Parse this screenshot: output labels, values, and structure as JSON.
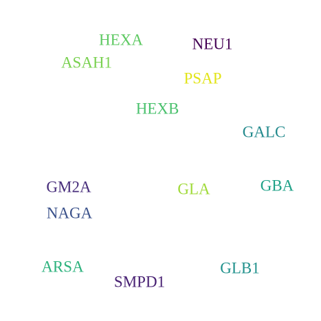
{
  "words": [
    {
      "key": "hexa",
      "text": "HEXA",
      "color": "#5ec962"
    },
    {
      "key": "neu1",
      "text": "NEU1",
      "color": "#440154"
    },
    {
      "key": "asah1",
      "text": "ASAH1",
      "color": "#7ad151"
    },
    {
      "key": "psap",
      "text": "PSAP",
      "color": "#e2e418"
    },
    {
      "key": "hexb",
      "text": "HEXB",
      "color": "#4ac16d"
    },
    {
      "key": "galc",
      "text": "GALC",
      "color": "#238a8d"
    },
    {
      "key": "gm2a",
      "text": "GM2A",
      "color": "#472d7b"
    },
    {
      "key": "gla",
      "text": "GLA",
      "color": "#a0da39"
    },
    {
      "key": "gba",
      "text": "GBA",
      "color": "#1fa187"
    },
    {
      "key": "naga",
      "text": "NAGA",
      "color": "#3b528b"
    },
    {
      "key": "arsa",
      "text": "ARSA",
      "color": "#2db27d"
    },
    {
      "key": "glb1",
      "text": "GLB1",
      "color": "#21918c"
    },
    {
      "key": "smpd1",
      "text": "SMPD1",
      "color": "#482173"
    }
  ]
}
